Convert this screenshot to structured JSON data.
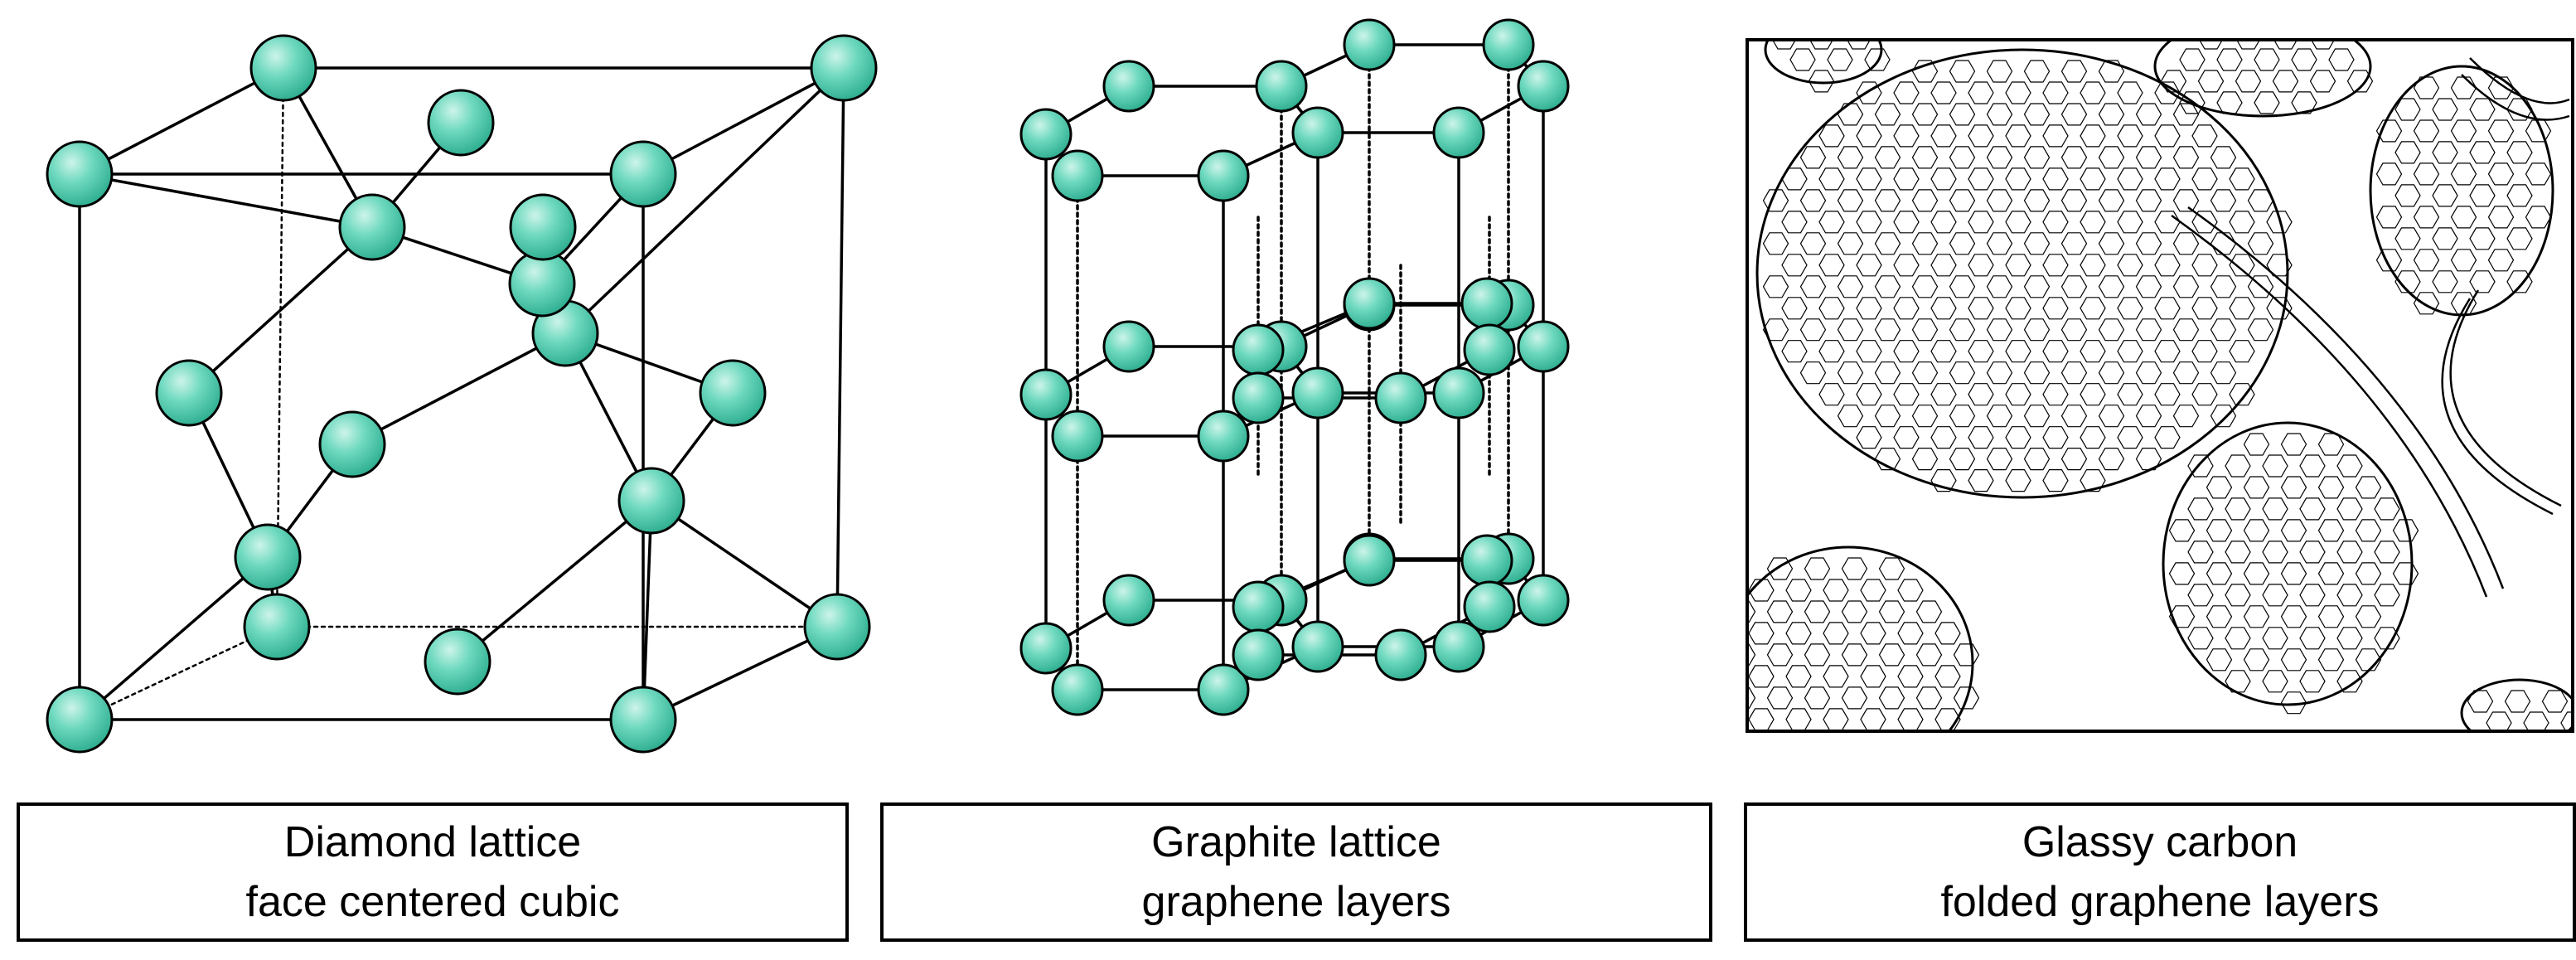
{
  "panels": [
    {
      "name": "diamond",
      "caption_line1": "Diamond lattice",
      "caption_line2": "face centered cubic"
    },
    {
      "name": "graphite",
      "caption_line1": "Graphite lattice",
      "caption_line2": "graphene layers"
    },
    {
      "name": "glassy",
      "caption_line1": "Glassy carbon",
      "caption_line2": "folded graphene layers"
    }
  ],
  "colors": {
    "atom_fill": "#40c9a9",
    "atom_highlight": "#cdf4e9",
    "atom_stroke": "#000000",
    "line": "#000000"
  }
}
